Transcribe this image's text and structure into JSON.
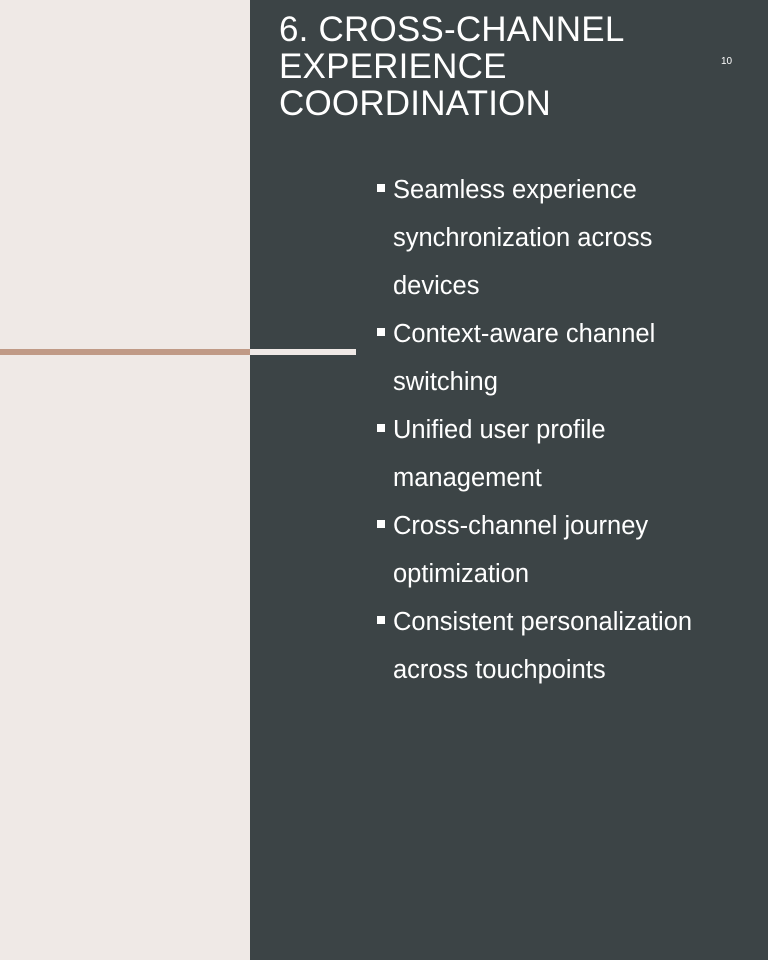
{
  "slide": {
    "title": "6. Cross-Channel Experience Coordination",
    "number": "10",
    "bullets": [
      "Seamless experience synchronization across devices",
      "Context-aware channel switching",
      "Unified user profile management",
      "Cross-channel journey optimization",
      "Consistent personalization across touchpoints"
    ]
  },
  "colors": {
    "left_background": "#efe9e6",
    "right_background": "#3c4446",
    "accent_line": "#c09a86",
    "text": "#ffffff"
  },
  "icons": {
    "bullet": "square-bullet-icon"
  }
}
